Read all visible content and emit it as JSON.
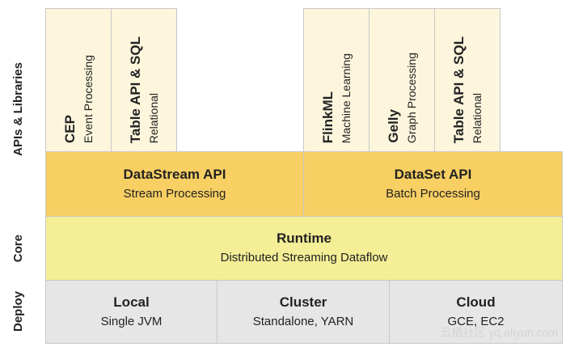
{
  "layers": {
    "apis": "APIs & Libraries",
    "core": "Core",
    "deploy": "Deploy"
  },
  "libraries": [
    {
      "title": "CEP",
      "subtitle": "Event Processing"
    },
    {
      "title": "Table API & SQL",
      "subtitle": "Relational"
    },
    {
      "title": "FlinkML",
      "subtitle": "Machine Learning"
    },
    {
      "title": "Gelly",
      "subtitle": "Graph Processing"
    },
    {
      "title": "Table API & SQL",
      "subtitle": "Relational"
    }
  ],
  "apis": [
    {
      "title": "DataStream API",
      "subtitle": "Stream Processing"
    },
    {
      "title": "DataSet API",
      "subtitle": "Batch Processing"
    }
  ],
  "core": {
    "title": "Runtime",
    "subtitle": "Distributed Streaming Dataflow"
  },
  "deploy": [
    {
      "title": "Local",
      "subtitle": "Single JVM"
    },
    {
      "title": "Cluster",
      "subtitle": "Standalone, YARN"
    },
    {
      "title": "Cloud",
      "subtitle": "GCE, EC2"
    }
  ],
  "watermark": "云栖社区 yq.aliyun.com",
  "colors": {
    "library": "#fdf6dd",
    "api": "#f8cf63",
    "core": "#f4ee97",
    "deploy": "#e6e6e6",
    "border": "#c8c8c8"
  }
}
